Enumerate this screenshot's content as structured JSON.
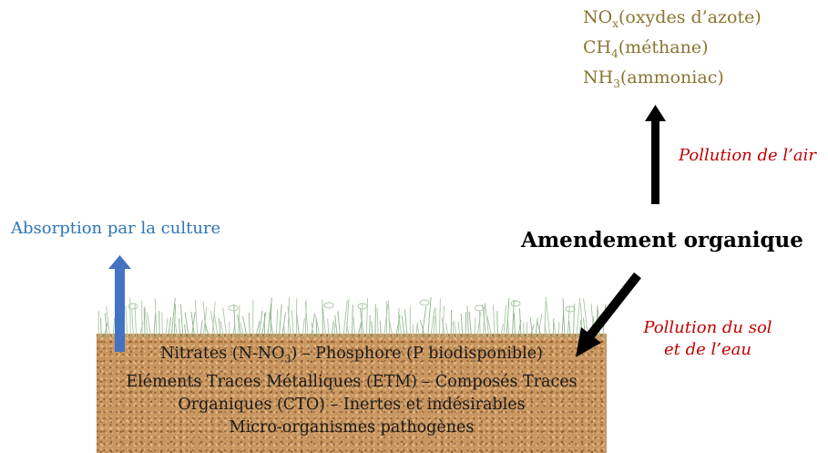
{
  "gases": [
    {
      "base": "NO",
      "sub": "x",
      "desc": "(oxydes d’azote)"
    },
    {
      "base": "CH",
      "sub": "4",
      "desc": "(méthane)"
    },
    {
      "base": "NH",
      "sub": "3",
      "desc": "(ammoniac)"
    }
  ],
  "labels": {
    "air_pollution": "Pollution de l’air",
    "soil_pollution_line1": "Pollution du sol",
    "soil_pollution_line2": "et de l’eau",
    "absorption": "Absorption par la culture",
    "amendement": "Amendement organique"
  },
  "soil": {
    "line1_a": "Nitrates (N-NO",
    "line1_sub": "3",
    "line1_b": ") – Phosphore (P biodisponible)",
    "line2": "Eléments Traces Métalliques (ETM) – Composés Traces",
    "line3": "Organiques (CTO) – Inertes et indésirables",
    "line4": "Micro-organismes pathogènes"
  },
  "colors": {
    "gases": "#8a7430",
    "pollution": "#c00000",
    "absorption": "#2e75b6",
    "soil": "#c9965f",
    "arrow_black": "#000000",
    "arrow_blue": "#4472c4"
  }
}
